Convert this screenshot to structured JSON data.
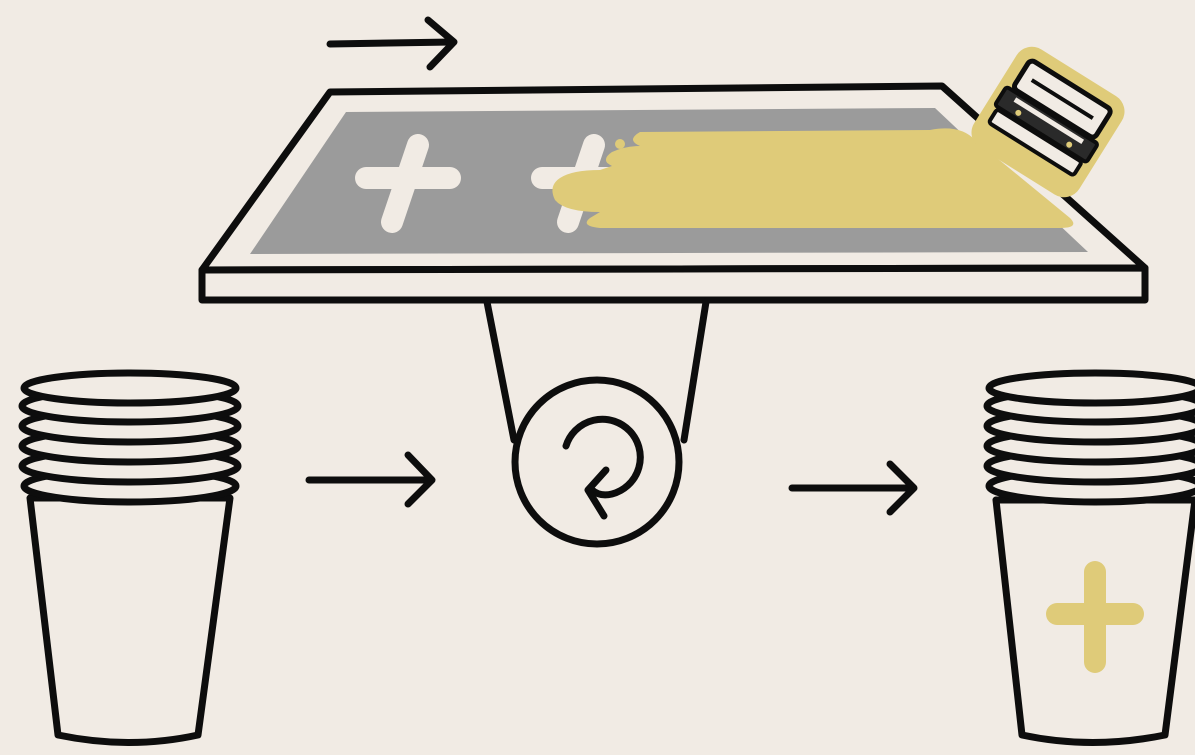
{
  "diagram": {
    "kind": "cup screen-printing process",
    "stages": [
      {
        "id": "blank-cups",
        "icon": "cup-stack-icon",
        "printed": false
      },
      {
        "id": "rotation",
        "icon": "rotate-icon"
      },
      {
        "id": "printed-cups",
        "icon": "cup-stack-icon",
        "printed": true
      }
    ],
    "screen": {
      "icon": "screen-frame-icon",
      "stencil_marks": [
        "plus-icon",
        "plus-icon"
      ],
      "squeegee": "squeegee-icon",
      "stroke_direction": "right"
    },
    "colors": {
      "background": "#f1ebe4",
      "outline": "#0d0d0d",
      "mesh": "#9b9b9b",
      "ink": "#dfcb79",
      "stencil": "#f1ebe4"
    }
  }
}
